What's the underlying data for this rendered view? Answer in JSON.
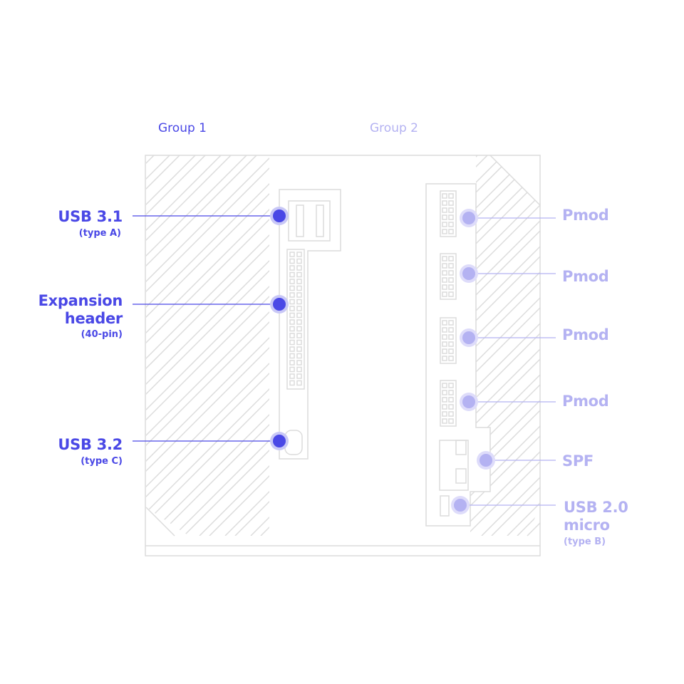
{
  "colors": {
    "group1": "#4a48e6",
    "group2": "#b4b2f2",
    "outline": "#dcdcdc",
    "marker_halo_group1": "#c9c8f6",
    "marker_halo_group2": "#dedcfa"
  },
  "groups": [
    {
      "name": "Group 1",
      "color": "#4a48e6"
    },
    {
      "name": "Group 2",
      "color": "#b4b2f2"
    }
  ],
  "callouts": [
    {
      "id": "usb31",
      "group": 1,
      "title_lines": [
        "USB 3.1"
      ],
      "subtitle": "(type A)"
    },
    {
      "id": "expansion",
      "group": 1,
      "title_lines": [
        "Expansion",
        "header"
      ],
      "subtitle": "(40-pin)"
    },
    {
      "id": "usb32",
      "group": 1,
      "title_lines": [
        "USB 3.2"
      ],
      "subtitle": "(type C)"
    },
    {
      "id": "pmod1",
      "group": 2,
      "title_lines": [
        "Pmod"
      ],
      "subtitle": ""
    },
    {
      "id": "pmod2",
      "group": 2,
      "title_lines": [
        "Pmod"
      ],
      "subtitle": ""
    },
    {
      "id": "pmod3",
      "group": 2,
      "title_lines": [
        "Pmod"
      ],
      "subtitle": ""
    },
    {
      "id": "pmod4",
      "group": 2,
      "title_lines": [
        "Pmod"
      ],
      "subtitle": ""
    },
    {
      "id": "spf",
      "group": 2,
      "title_lines": [
        "SPF"
      ],
      "subtitle": ""
    },
    {
      "id": "usb20",
      "group": 2,
      "title_lines": [
        "USB 2.0",
        "micro"
      ],
      "subtitle": "(type B)"
    }
  ]
}
